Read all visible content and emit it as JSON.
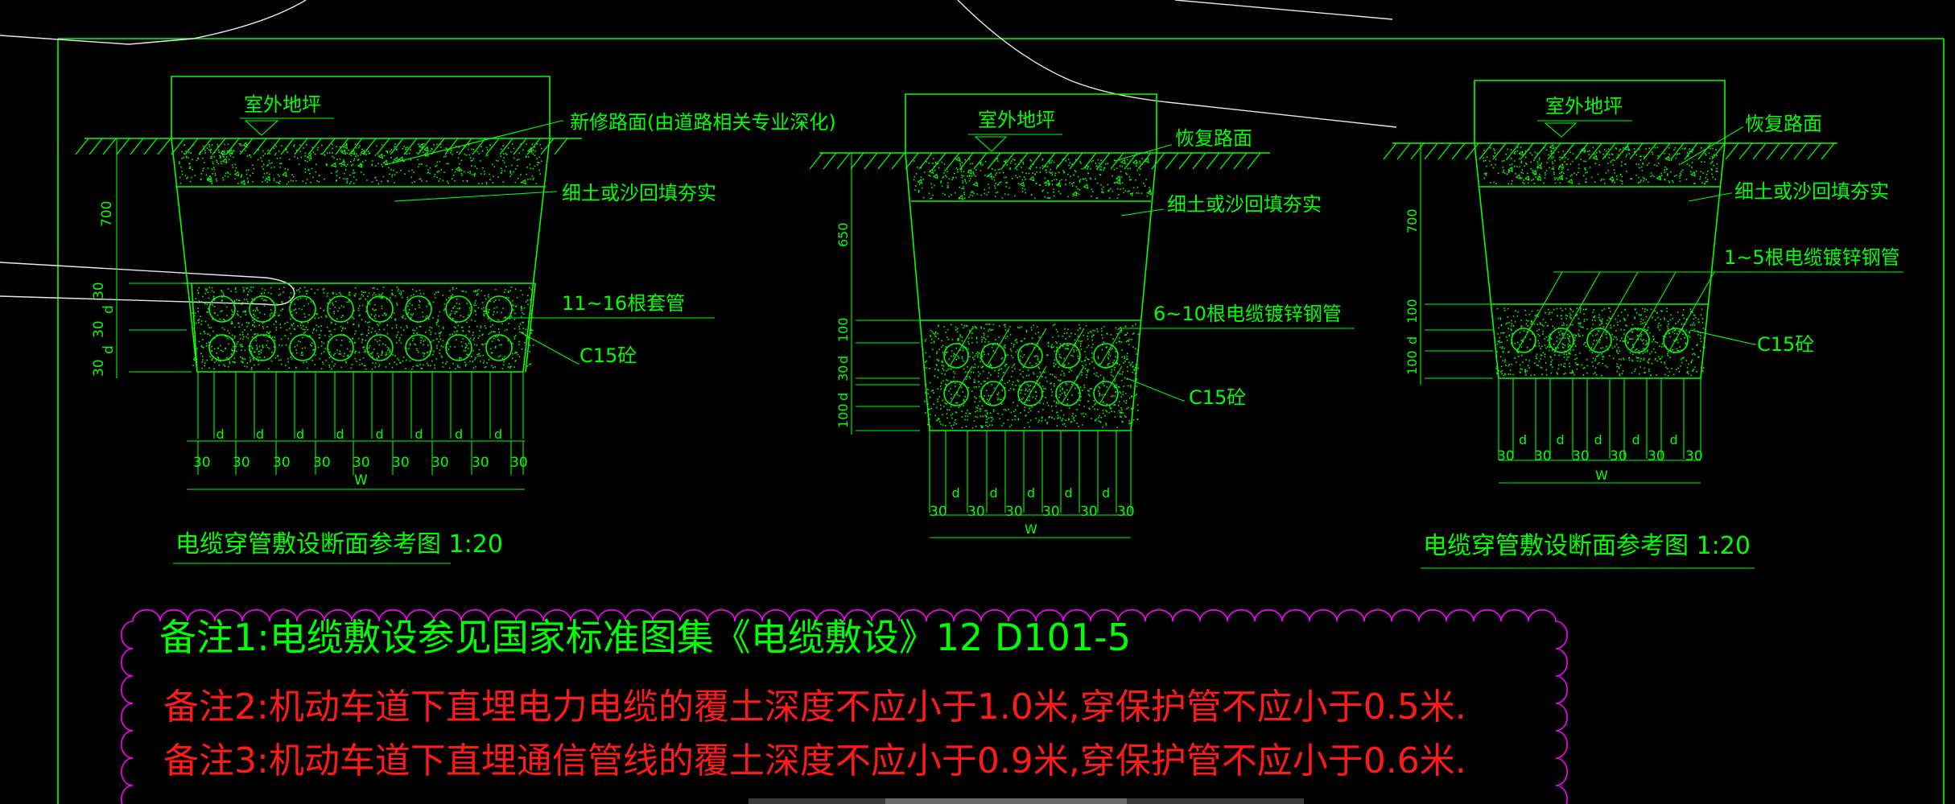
{
  "colors": {
    "background": "#000000",
    "line": "#00ff00",
    "note_red": "#ff1a1a",
    "revision_cloud": "#ff00ff",
    "crosshair": "#e8e8e8"
  },
  "section1": {
    "ground_label": "室外地坪",
    "label_surface": "新修路面(由道路相关专业深化)",
    "label_fill": "细土或沙回填夯实",
    "label_pipes": "11~16根套管",
    "label_concrete": "C15砼",
    "dim_depth": "700",
    "dim_30": "30",
    "dim_d": "d",
    "dim_bottom": [
      "30",
      "30",
      "30",
      "30",
      "30",
      "30",
      "30",
      "30",
      "30"
    ],
    "dim_w": "W",
    "caption": "电缆穿管敷设断面参考图  1:20"
  },
  "section2": {
    "ground_label": "室外地坪",
    "label_surface": "恢复路面",
    "label_fill": "细土或沙回填夯实",
    "label_pipes": "6~10根电缆镀锌钢管",
    "label_concrete": "C15砼",
    "dim_depth": "650",
    "dim_100": "100",
    "dim_30": "30",
    "dim_d": "d",
    "dim_bottom": [
      "30",
      "30",
      "30",
      "30",
      "30",
      "30"
    ],
    "dim_w": "W"
  },
  "section3": {
    "ground_label": "室外地坪",
    "label_surface": "恢复路面",
    "label_fill": "细土或沙回填夯实",
    "label_pipes": "1~5根电缆镀锌钢管",
    "label_concrete": "C15砼",
    "dim_depth": "700",
    "dim_100": "100",
    "dim_d": "d",
    "dim_bottom": [
      "30",
      "30",
      "30",
      "30",
      "30",
      "30"
    ],
    "dim_w": "W",
    "caption": "电缆穿管敷设断面参考图  1:20"
  },
  "notes": {
    "note1": "备注1:电缆敷设参见国家标准图集《电缆敷设》12 D101-5",
    "note2": "备注2:机动车道下直埋电力电缆的覆土深度不应小于1.0米,穿保护管不应小于0.5米.",
    "note3": "备注3:机动车道下直埋通信管线的覆土深度不应小于0.9米,穿保护管不应小于0.6米."
  }
}
